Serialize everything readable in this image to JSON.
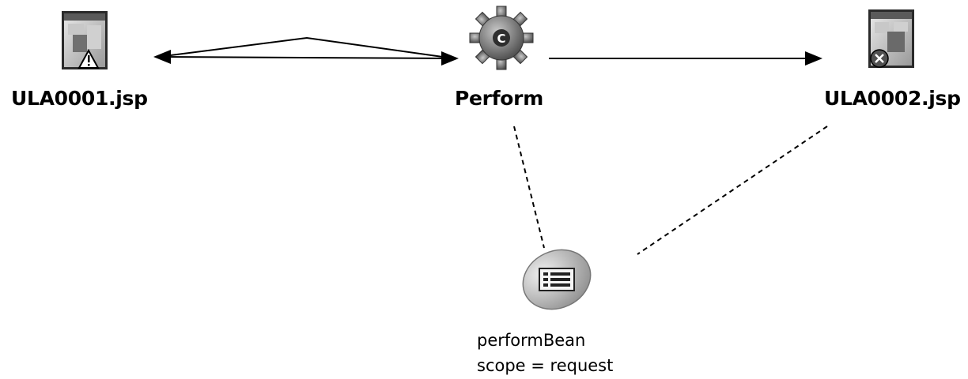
{
  "nodes": {
    "jsp1": {
      "label": "ULA0001.jsp",
      "icon": "jsp-page-warning-icon"
    },
    "action": {
      "label": "Perform",
      "icon": "gear-action-icon"
    },
    "jsp2": {
      "label": "ULA0002.jsp",
      "icon": "jsp-page-error-icon"
    },
    "bean": {
      "name": "performBean",
      "scope": "scope = request",
      "icon": "bean-icon"
    }
  },
  "colors": {
    "line": "#000000",
    "text": "#000000",
    "background": "#ffffff"
  }
}
